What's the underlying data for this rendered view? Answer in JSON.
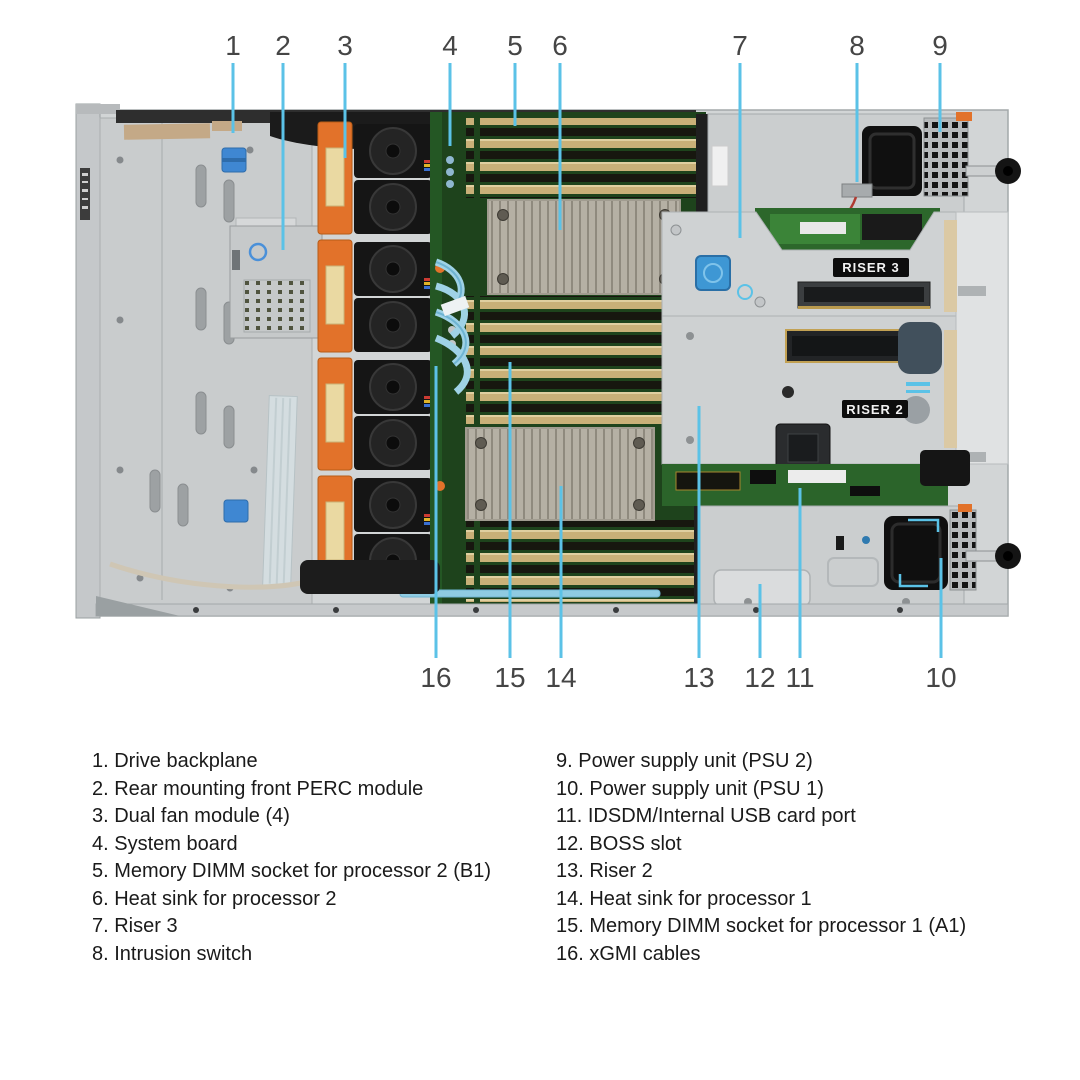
{
  "figure": {
    "type": "server-internal-top-view-diagram",
    "callout_labels": [
      "1",
      "2",
      "3",
      "4",
      "5",
      "6",
      "7",
      "8",
      "9",
      "10",
      "11",
      "12",
      "13",
      "14",
      "15",
      "16"
    ],
    "riser3_label": "RISER 3",
    "riser2_label": "RISER 2",
    "colors": {
      "callout_line": "#5bc2e7",
      "callout_number": "#454545",
      "fan_bracket_orange": "#e2722a",
      "system_board_green": "#1e431c",
      "dimm_slot_tan": "#c9b078",
      "chassis_silver": "#d2d5d6",
      "touchpoint_blue": "#3e97d4",
      "xgmi_cable_blue": "#9fd2e6"
    }
  },
  "legend": {
    "left": [
      "1. Drive backplane",
      "2. Rear mounting front PERC module",
      "3. Dual fan module (4)",
      "4. System board",
      "5. Memory DIMM socket for processor 2 (B1)",
      "6. Heat sink for processor 2",
      "7. Riser 3",
      "8. Intrusion switch"
    ],
    "right": [
      "9. Power supply unit (PSU 2)",
      "10. Power supply unit (PSU 1)",
      "11. IDSDM/Internal USB card port",
      "12. BOSS slot",
      "13. Riser 2",
      "14. Heat sink for processor 1",
      "15. Memory DIMM socket for processor 1 (A1)",
      "16. xGMI cables"
    ]
  }
}
